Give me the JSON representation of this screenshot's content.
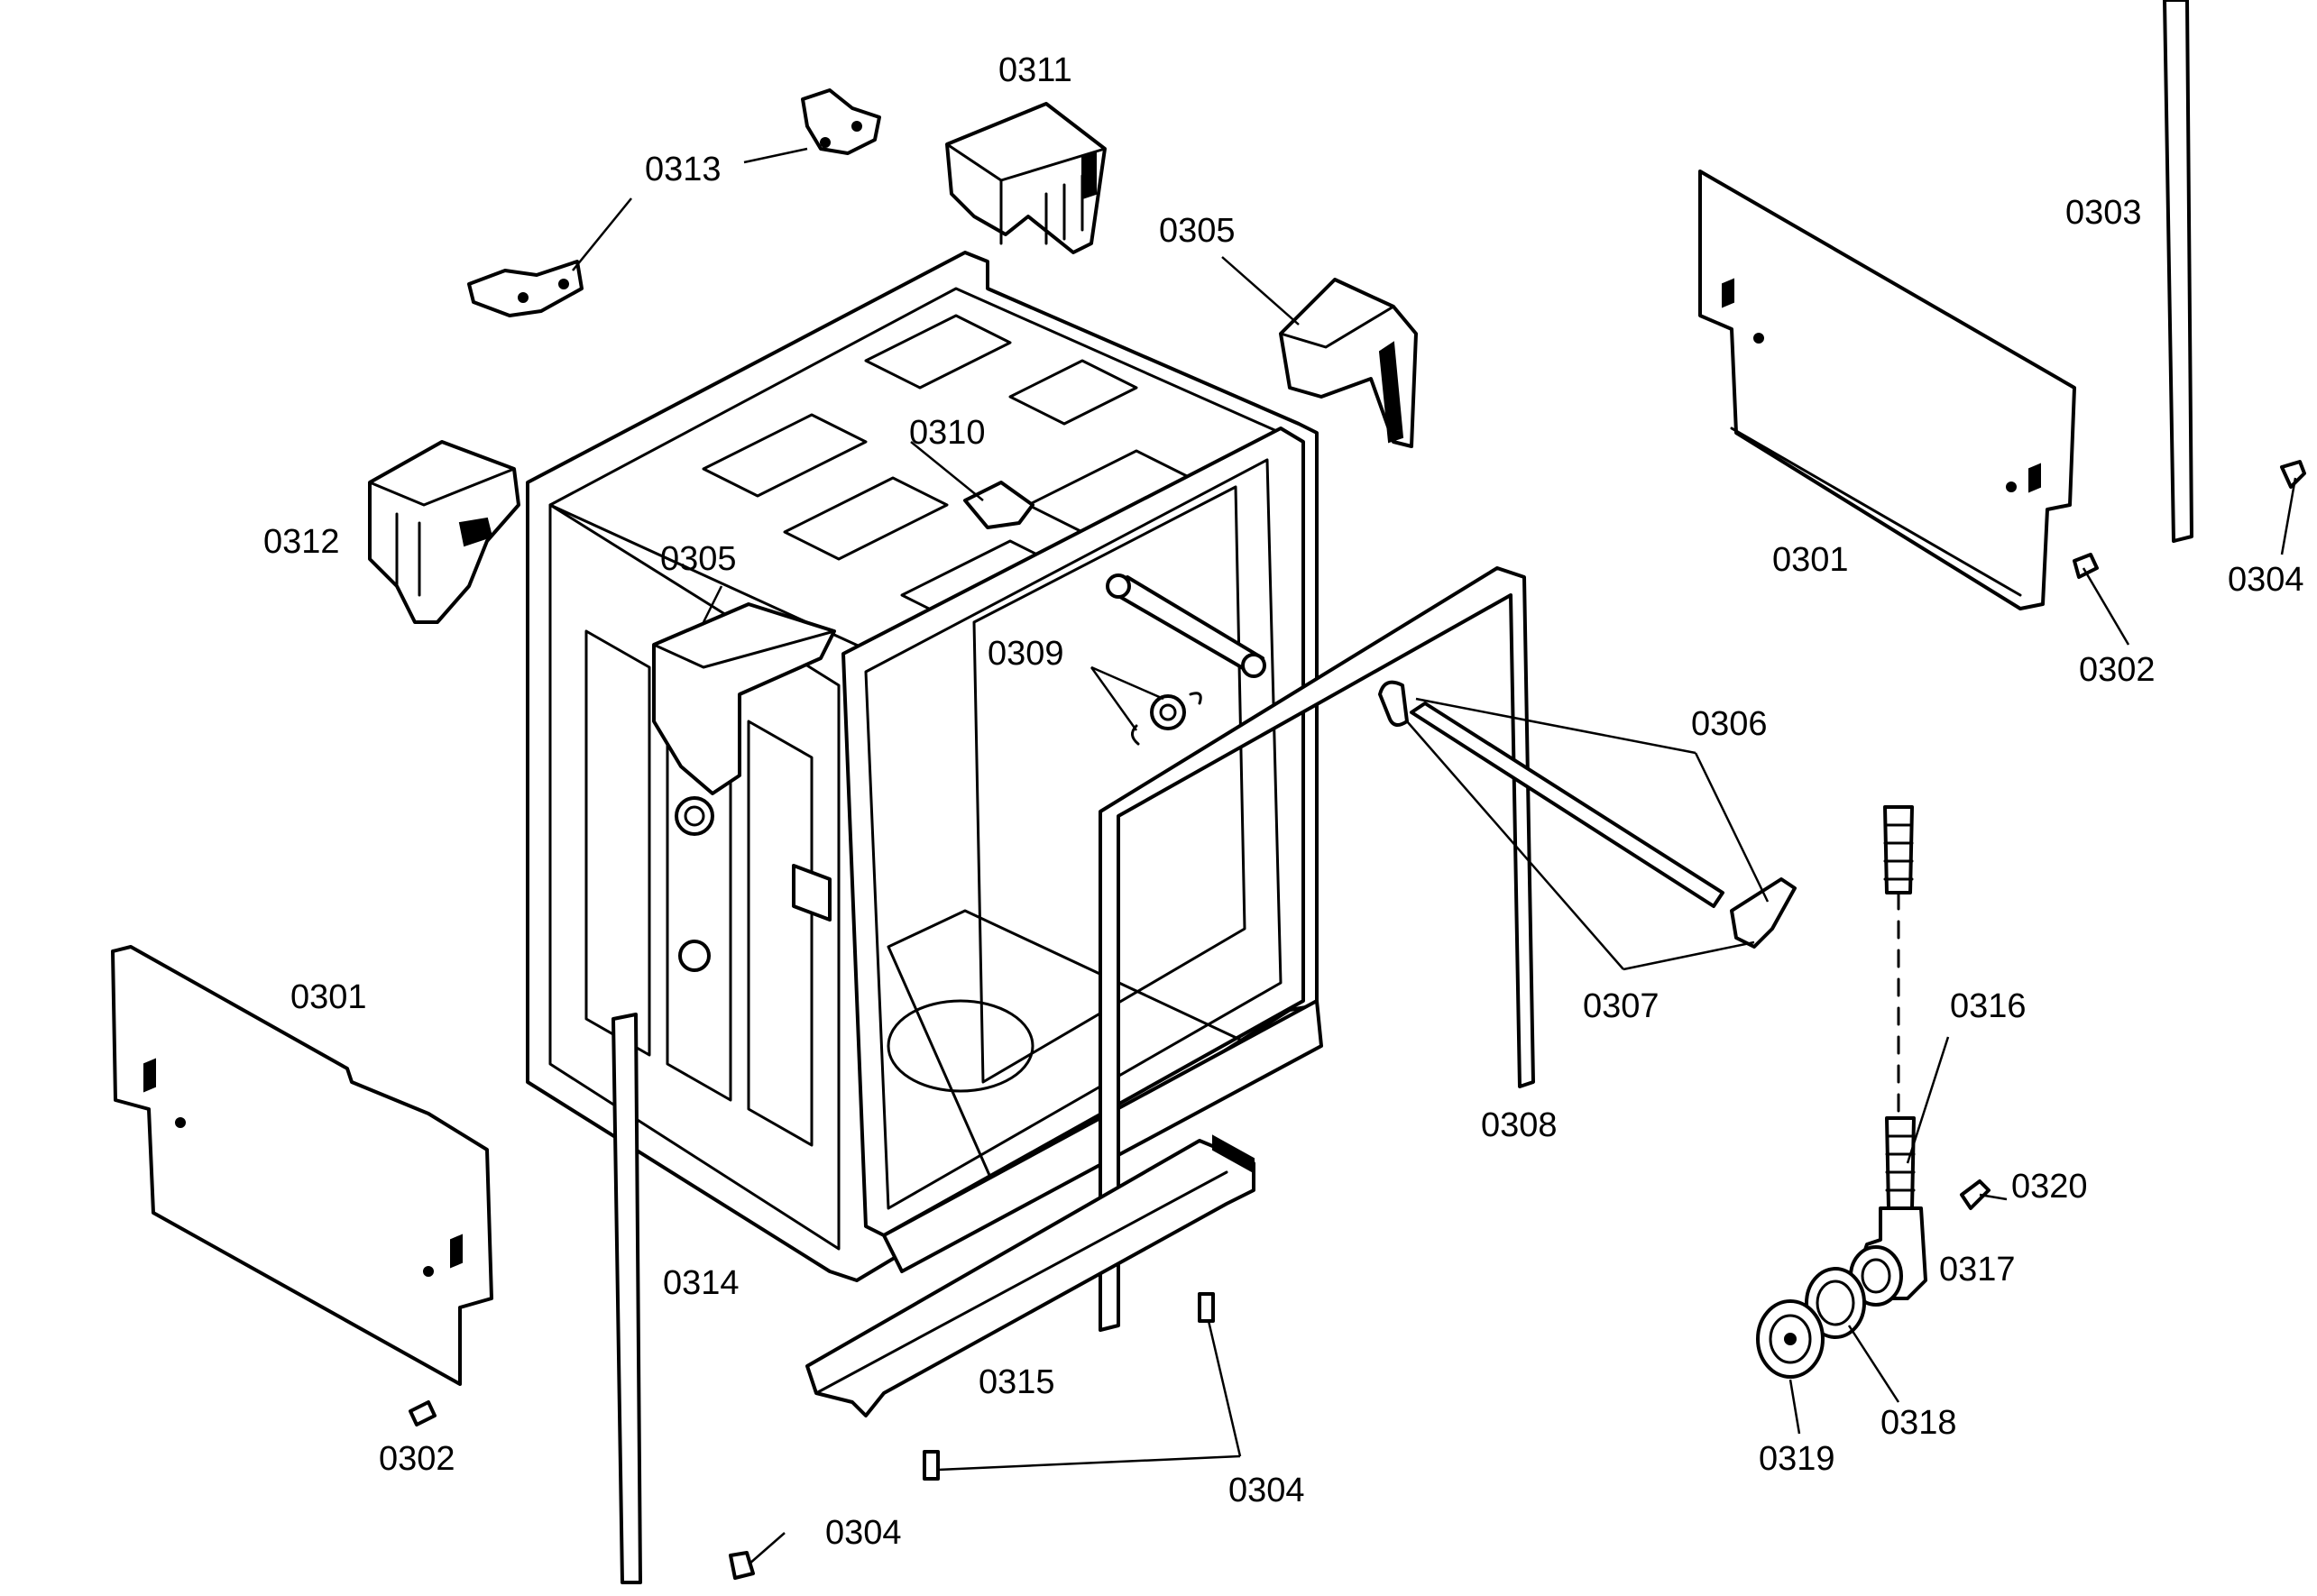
{
  "diagram": {
    "background": "#ffffff",
    "ink": "#000000",
    "callouts": [
      {
        "id": "c0311",
        "label": "0311"
      },
      {
        "id": "c0313",
        "label": "0313"
      },
      {
        "id": "c0305a",
        "label": "0305"
      },
      {
        "id": "c0310",
        "label": "0310"
      },
      {
        "id": "c0312",
        "label": "0312"
      },
      {
        "id": "c0305b",
        "label": "0305"
      },
      {
        "id": "c0309",
        "label": "0309"
      },
      {
        "id": "c0303",
        "label": "0303"
      },
      {
        "id": "c0301a",
        "label": "0301"
      },
      {
        "id": "c0304a",
        "label": "0304"
      },
      {
        "id": "c0302a",
        "label": "0302"
      },
      {
        "id": "c0306",
        "label": "0306"
      },
      {
        "id": "c0307",
        "label": "0307"
      },
      {
        "id": "c0316",
        "label": "0316"
      },
      {
        "id": "c0308",
        "label": "0308"
      },
      {
        "id": "c0301b",
        "label": "0301"
      },
      {
        "id": "c0320",
        "label": "0320"
      },
      {
        "id": "c0317",
        "label": "0317"
      },
      {
        "id": "c0314",
        "label": "0314"
      },
      {
        "id": "c0315",
        "label": "0315"
      },
      {
        "id": "c0318",
        "label": "0318"
      },
      {
        "id": "c0319",
        "label": "0319"
      },
      {
        "id": "c0302b",
        "label": "0302"
      },
      {
        "id": "c0304b",
        "label": "0304"
      },
      {
        "id": "c0304c",
        "label": "0304"
      }
    ]
  }
}
